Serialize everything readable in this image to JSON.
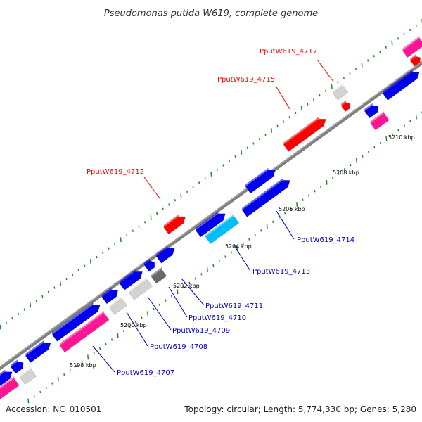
{
  "title": "Pseudomonas putida W619, complete genome",
  "footer": {
    "accession": "Accession: NC_010501",
    "summary": "Topology: circular; Length: 5,774,330 bp; Genes: 5,280"
  },
  "colors": {
    "backbone": "#808080",
    "ticks": "#228b22",
    "red": "#ff0000",
    "blue": "#0000ee",
    "pink": "#ff1493",
    "lightgray": "#d3d3d3",
    "darkgray": "#696969",
    "cyan": "#00bfff",
    "label_red": "#ff0000",
    "label_blue": "#0000cc"
  },
  "scale_labels": [
    "5198 kbp",
    "5200 kbp",
    "5202 kbp",
    "5204 kbp",
    "5206 kbp",
    "5208 kbp",
    "5210 kbp"
  ],
  "gene_labels": [
    {
      "id": "PputW619_4717",
      "color": "red"
    },
    {
      "id": "PputW619_4715",
      "color": "red"
    },
    {
      "id": "PputW619_4712",
      "color": "red"
    },
    {
      "id": "PputW619_4714",
      "color": "blue"
    },
    {
      "id": "PputW619_4713",
      "color": "blue"
    },
    {
      "id": "PputW619_4711",
      "color": "blue"
    },
    {
      "id": "PputW619_4710",
      "color": "blue"
    },
    {
      "id": "PputW619_4709",
      "color": "blue"
    },
    {
      "id": "PputW619_4708",
      "color": "blue"
    },
    {
      "id": "PputW619_4707",
      "color": "blue"
    }
  ]
}
